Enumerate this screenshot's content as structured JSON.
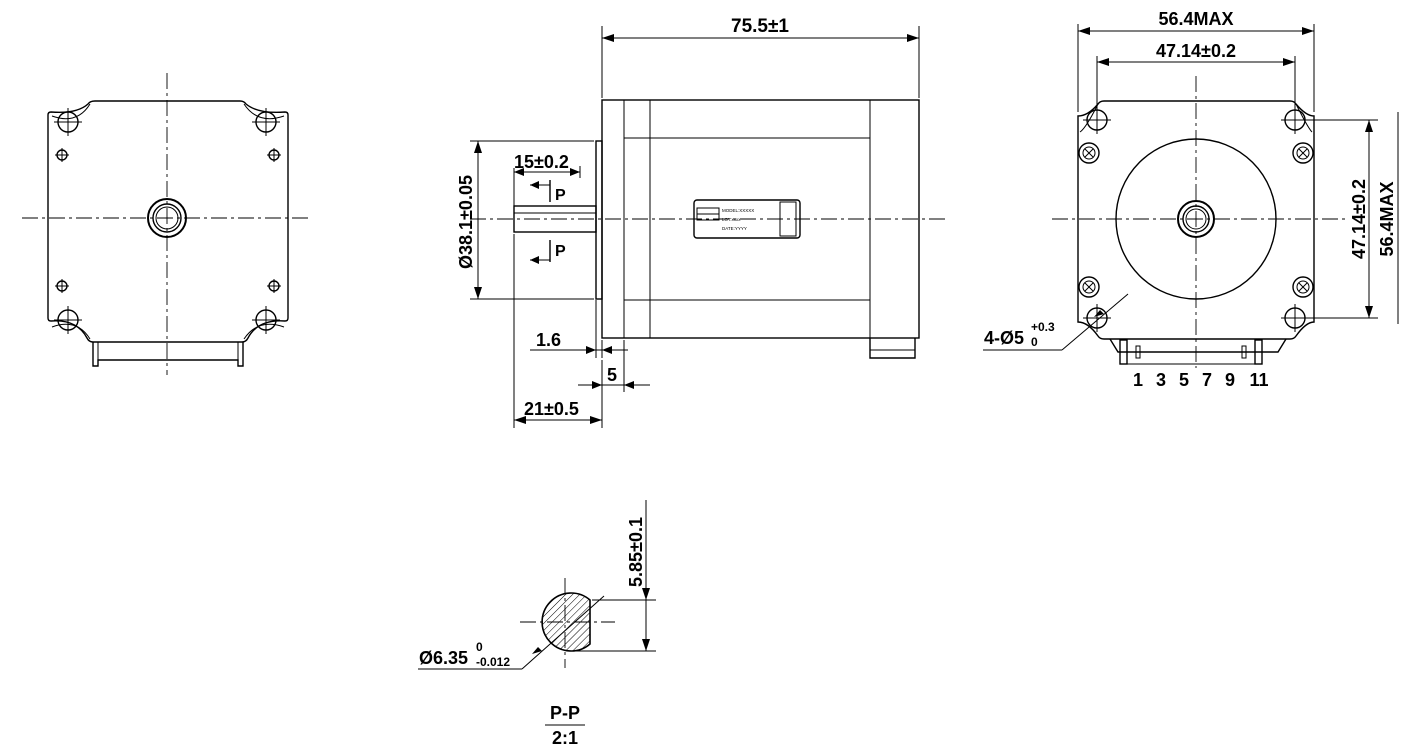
{
  "dimensions": {
    "overall_length": "75.5±1",
    "pilot_diameter": "Ø38.1±0.05",
    "keyway_length": "15±0.2",
    "flange_thickness": "1.6",
    "boss_step": "5",
    "shaft_length": "21±0.5",
    "body_width_max": "56.4MAX",
    "hole_pitch_h": "47.14±0.2",
    "hole_pitch_v": "47.14±0.2",
    "body_height_max": "56.4MAX",
    "mount_holes_prefix": "4-Ø5",
    "mount_holes_tol_upper": "+0.3",
    "mount_holes_tol_lower": "0",
    "shaft_diameter": "Ø6.35",
    "shaft_tol_upper": "0",
    "shaft_tol_lower": "-0.012",
    "flat_depth": "5.85±0.1"
  },
  "section": {
    "marker": "P",
    "name": "P-P",
    "scale": "2:1"
  },
  "pins": [
    "1",
    "3",
    "5",
    "7",
    "9",
    "11"
  ],
  "nameplate": {
    "line1": "MODEL:XXXXX",
    "line2": "LOT:xxxx",
    "line3": "DATE:YYYY"
  }
}
